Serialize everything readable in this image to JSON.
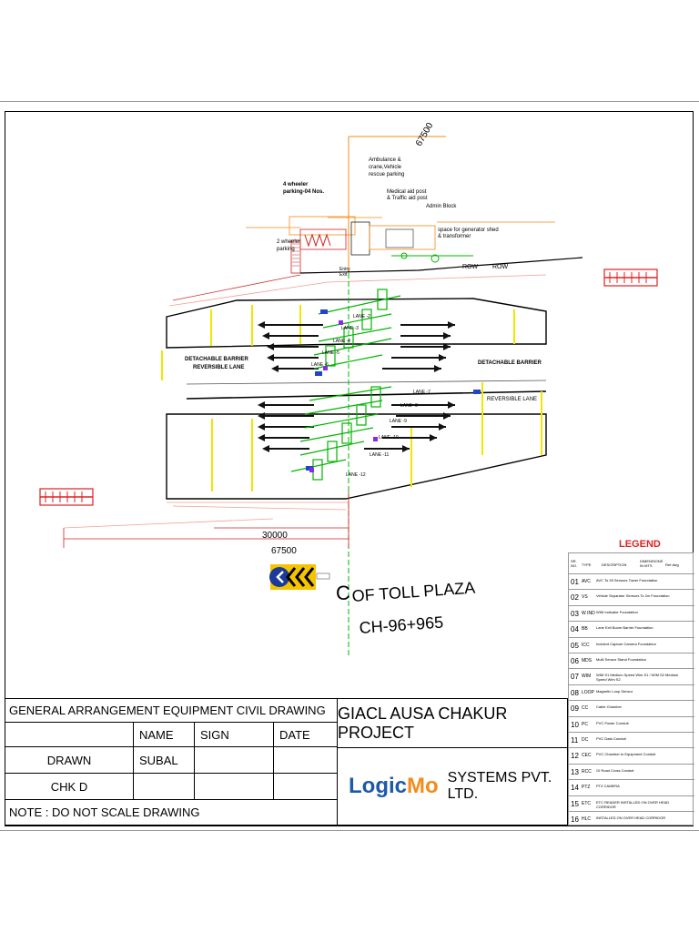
{
  "drawing": {
    "dim_top": "67500",
    "dim_bottom_1": "30000",
    "dim_bottom_2": "67500",
    "labels": {
      "ambulance": [
        "Ambulance &",
        "crane,Vehicle",
        "rescue parking"
      ],
      "four_wheeler": [
        "4 wheeler",
        "parking-04 Nos."
      ],
      "medical": [
        "Medical aid post",
        "& Traffic aid post"
      ],
      "admin": "Admin Block",
      "two_wheeler": [
        "2 wheeler",
        "parking"
      ],
      "generator": [
        "space for generator shed",
        "& transformer"
      ],
      "row_left": "ROW",
      "row_right": "ROW",
      "entry_exit": [
        "Entry",
        "Exit"
      ],
      "detach_left": "DETACHABLE BARRIER",
      "reversible_left": "REVERSIBLE LANE",
      "detach_right": "DETACHABLE BARRIER",
      "reversible_right": "REVERSIBLE LANE"
    },
    "lanes_upper": [
      "LANE -2",
      "LANE -3",
      "LANE -4",
      "LANE -5",
      "LANE -6"
    ],
    "lanes_lower": [
      "LANE -7",
      "LANE -8",
      "LANE -9",
      "LANE -10",
      "LANE -11",
      "LANE -12"
    ],
    "toll_plaza_title": "OF TOLL PLAZA",
    "chainage": "CH-96+965",
    "cl_symbol": "C"
  },
  "legend": {
    "title": "LEGEND",
    "headers": [
      "SR. NO.",
      "TYPE",
      "DESCRIPTION",
      "DIMENSIONS IN MTS",
      "Ref dwg"
    ],
    "rows": [
      {
        "no": "01",
        "type": "AVC",
        "desc": "AVC To 2ft Sensors Tower Foundation"
      },
      {
        "no": "02",
        "type": "VS",
        "desc": "Vehicle Separator Sensors To 2m Foundation"
      },
      {
        "no": "03",
        "type": "W IND",
        "desc": "WIM Indicator Foundation"
      },
      {
        "no": "04",
        "type": "BB",
        "desc": "Lane Exit Boom Barrier Foundation"
      },
      {
        "no": "05",
        "type": "ICC",
        "desc": "Incident Capture Camera Foundation"
      },
      {
        "no": "06",
        "type": "MDS",
        "desc": "Multi Sensor Stand Foundation"
      },
      {
        "no": "07",
        "type": "WIM",
        "desc": "WIM S1 Medium Speed Wim S1 / WIM S2 Medium Speed Wim S2"
      },
      {
        "no": "08",
        "type": "LOOP",
        "desc": "Magnetic Loop Sensor"
      },
      {
        "no": "09",
        "type": "CC",
        "desc": "Cable Chamber"
      },
      {
        "no": "10",
        "type": "PC",
        "desc": "PVC Power Conduit"
      },
      {
        "no": "11",
        "type": "DC",
        "desc": "PVC Data Conduit"
      },
      {
        "no": "12",
        "type": "CEC",
        "desc": "PVC Chamber to Equipment Conduit"
      },
      {
        "no": "13",
        "type": "RCC",
        "desc": "GI Road Cross Conduit"
      },
      {
        "no": "14",
        "type": "PTZ",
        "desc": "PTZ CAMERA"
      },
      {
        "no": "15",
        "type": "ETC",
        "desc": "ETC READER  INSTALLED ON OVER HEAD CORRIDOR"
      },
      {
        "no": "16",
        "type": "HLC",
        "desc": "INSTALLED ON OVER HEAD CORRIDOR"
      }
    ]
  },
  "title_block": {
    "drawing_title": "GENERAL ARRANGEMENT EQUIPMENT CIVIL DRAWING",
    "col_name": "NAME",
    "col_sign": "SIGN",
    "col_date": "DATE",
    "drawn_label": "DRAWN",
    "drawn_name": "SUBAL",
    "checked_label": "CHK D",
    "note": "NOTE : DO NOT SCALE DRAWING",
    "project": "GIACL AUSA CHAKUR PROJECT",
    "logo_text_1": "Logic",
    "logo_text_2": "Mo",
    "company": "SYSTEMS PVT. LTD."
  },
  "colors": {
    "lane_yellow": "#f2e600",
    "median_green": "#00b400",
    "legend_red": "#e02020",
    "logo_blue": "#1c5aa8",
    "logo_orange": "#f28c1a",
    "sign_blue": "#1a3a9c",
    "sign_yellow": "#f5c400"
  }
}
